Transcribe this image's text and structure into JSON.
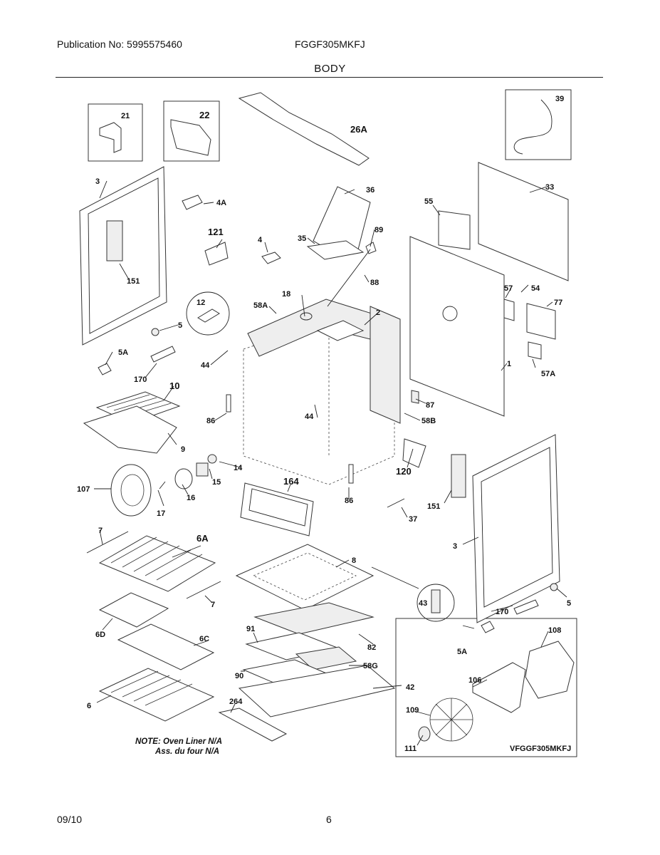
{
  "header": {
    "publication": "Publication No: 5995575460",
    "model": "FGGF305MKFJ",
    "section": "BODY"
  },
  "footer": {
    "date": "09/10",
    "page": "6"
  },
  "diagram": {
    "part_labels": [
      "21",
      "22",
      "26A",
      "39",
      "3",
      "4A",
      "121",
      "4",
      "36",
      "35",
      "89",
      "88",
      "55",
      "33",
      "151",
      "12",
      "18",
      "58A",
      "2",
      "57",
      "54",
      "77",
      "5",
      "5A",
      "44",
      "170",
      "10",
      "86",
      "44",
      "87",
      "58B",
      "57A",
      "1",
      "9",
      "14",
      "15",
      "120",
      "107",
      "16",
      "17",
      "164",
      "86",
      "151",
      "37",
      "7",
      "6A",
      "3",
      "8",
      "5",
      "43",
      "7",
      "170",
      "6D",
      "91",
      "82",
      "108",
      "6C",
      "58G",
      "5A",
      "90",
      "42",
      "106",
      "6",
      "264",
      "109",
      "111"
    ],
    "note_line1": "NOTE: Oven Liner N/A",
    "note_line2": "Ass. du four N/A",
    "inset_code": "VFGGF305MKFJ"
  }
}
